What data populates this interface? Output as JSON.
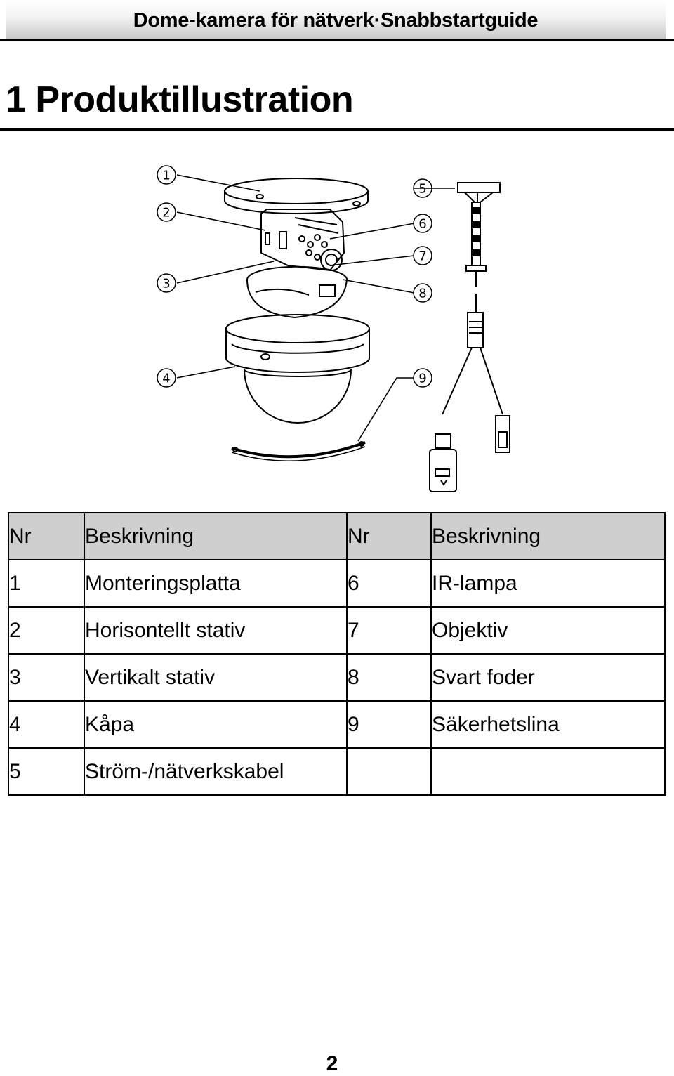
{
  "header": {
    "title": "Dome-kamera för nätverk·Snabbstartguide"
  },
  "section": {
    "title": "1 Produktillustration"
  },
  "figure": {
    "callouts": [
      "1",
      "2",
      "3",
      "4",
      "5",
      "6",
      "7",
      "8",
      "9"
    ]
  },
  "table": {
    "headers": [
      "Nr",
      "Beskrivning",
      "Nr",
      "Beskrivning"
    ],
    "rows": [
      [
        "1",
        "Monteringsplatta",
        "6",
        "IR-lampa"
      ],
      [
        "2",
        "Horisontellt stativ",
        "7",
        "Objektiv"
      ],
      [
        "3",
        "Vertikalt stativ",
        "8",
        "Svart foder"
      ],
      [
        "4",
        "Kåpa",
        "9",
        "Säkerhetslina"
      ],
      [
        "5",
        "Ström-/nätverkskabel",
        "",
        ""
      ]
    ]
  },
  "footer": {
    "page_number": "2"
  }
}
